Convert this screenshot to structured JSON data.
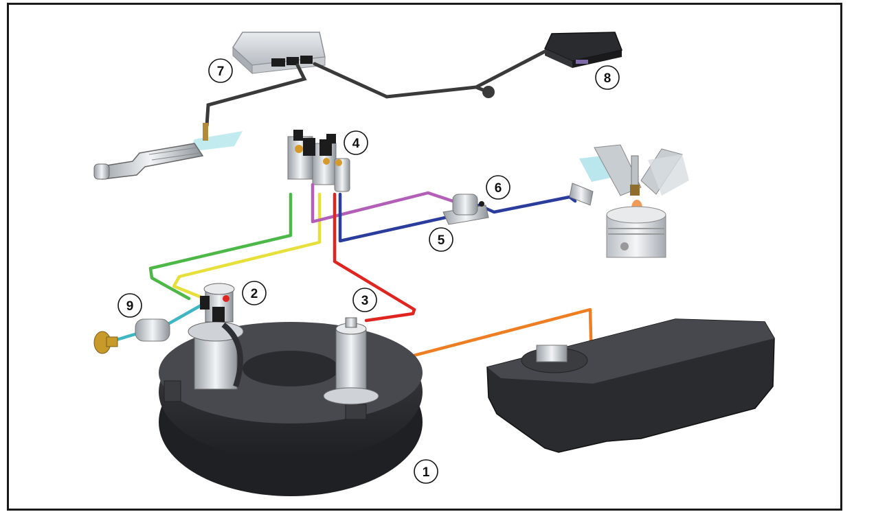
{
  "callouts": [
    {
      "id": "1",
      "label": "1"
    },
    {
      "id": "2",
      "label": "2"
    },
    {
      "id": "3",
      "label": "3"
    },
    {
      "id": "4",
      "label": "4"
    },
    {
      "id": "5",
      "label": "5"
    },
    {
      "id": "6",
      "label": "6"
    },
    {
      "id": "7",
      "label": "7"
    },
    {
      "id": "8",
      "label": "8"
    },
    {
      "id": "9",
      "label": "9"
    }
  ],
  "colors": {
    "frame": "#1a1a1a",
    "tank": "#2e2f33",
    "line_green": "#4cb848",
    "line_yellow": "#e8e03a",
    "line_red": "#e0241f",
    "line_purple": "#b35fb8",
    "line_blue": "#2a3c9c",
    "line_orange": "#ef7d22",
    "line_cyan": "#3fb6c4",
    "cable": "#3a3a3a"
  },
  "icons": [
    "toroidal-lpg-tank-icon",
    "fuel-tank-icon",
    "ecu-icon",
    "petrol-ecu-icon",
    "catalytic-converter-icon",
    "engine-cylinder-icon",
    "valve-block-icon",
    "pressure-regulator-icon",
    "filler-valve-icon"
  ]
}
